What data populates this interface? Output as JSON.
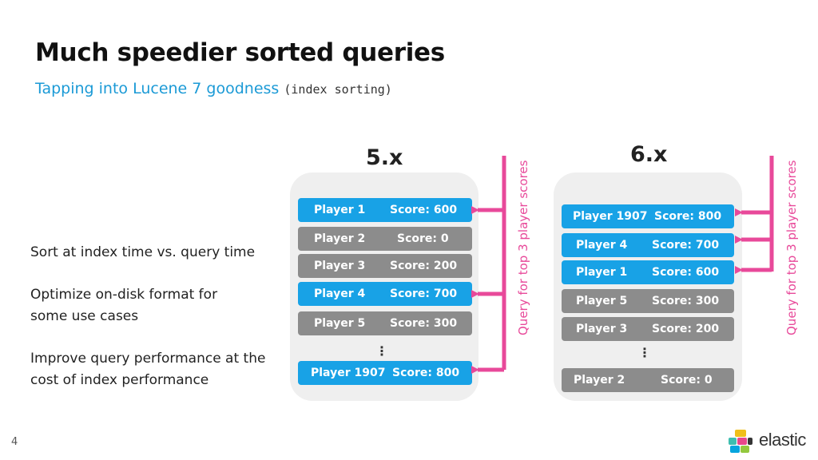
{
  "title": "Much speedier sorted queries",
  "subtitle": {
    "text": "Tapping into Lucene 7 goodness",
    "code": "(index sorting)"
  },
  "bullets": [
    "Sort at index time vs. query time",
    "Optimize on-disk format for some use cases",
    "Improve query performance at the cost of index performance"
  ],
  "v5": {
    "label": "5.x",
    "rows": [
      {
        "player": "Player 1",
        "score": "Score: 600",
        "highlight": true
      },
      {
        "player": "Player 2",
        "score": "Score: 0",
        "highlight": false
      },
      {
        "player": "Player 3",
        "score": "Score: 200",
        "highlight": false
      },
      {
        "player": "Player 4",
        "score": "Score: 700",
        "highlight": true
      },
      {
        "player": "Player 5",
        "score": "Score: 300",
        "highlight": false
      },
      {
        "player": "Player 1907",
        "score": "Score: 800",
        "highlight": true
      }
    ],
    "query_label": "Query for top 3 player scores"
  },
  "v6": {
    "label": "6.x",
    "rows": [
      {
        "player": "Player 1907",
        "score": "Score: 800",
        "highlight": true
      },
      {
        "player": "Player 4",
        "score": "Score: 700",
        "highlight": true
      },
      {
        "player": "Player 1",
        "score": "Score: 600",
        "highlight": true
      },
      {
        "player": "Player 5",
        "score": "Score: 300",
        "highlight": false
      },
      {
        "player": "Player 3",
        "score": "Score: 200",
        "highlight": false
      },
      {
        "player": "Player 2",
        "score": "Score: 0",
        "highlight": false
      }
    ],
    "query_label": "Query for top 3 player scores"
  },
  "ellipsis": "⋮",
  "page_number": "4",
  "logo_text": "elastic",
  "colors": {
    "highlight": "#18a2e6",
    "gray": "#8c8c8c",
    "arrow": "#e8499a",
    "subtitle": "#1b9ad6"
  }
}
